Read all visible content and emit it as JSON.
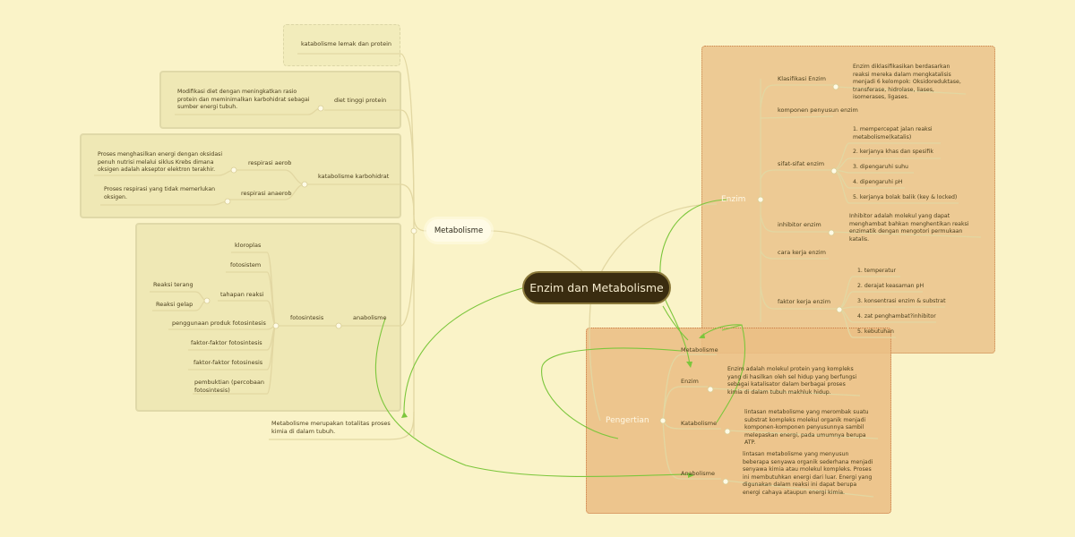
{
  "central": "Enzim dan Metabolisme",
  "metabolisme": {
    "title": "Metabolisme",
    "katabolisme_lemak": "katabolisme lemak dan protein",
    "diet_label": "diet tinggi protein",
    "diet_desc": "Modifikasi diet dengan meningkatkan rasio protein dan meminimalkan karbohidrat sebagai sumber energi tubuh.",
    "kat_karbo": "katabolisme karbohidrat",
    "resp_aerob": "respirasi aerob",
    "resp_aerob_desc": "Proses menghasilkan energi dengan oksidasi penuh nutrisi melalui siklus Krebs dimana oksigen adalah akseptor elektron terakhir.",
    "resp_anaerob": "respirasi anaerob",
    "resp_anaerob_desc": "Proses respirasi yang tidak memerlukan oksigen.",
    "anabolisme": "anabolisme",
    "fotosintesis": "fotosintesis",
    "kloroplas": "kloroplas",
    "fotosistem": "fotosistem",
    "tahapan_reaksi": "tahapan reaksi",
    "reaksi_terang": "Reaksi terang",
    "reaksi_gelap": "Reaksi gelap",
    "penggunaan": "penggunaan produk fotosintesis",
    "faktor1": "faktor-faktor fotosintesis",
    "faktor2": "faktor-faktor fotosinesis",
    "pembuktian": "pembuktian (percobaan fotosintesis)",
    "definisi": "Metabolisme merupakan totalitas proses kimia di dalam tubuh."
  },
  "enzim": {
    "title": "Enzim",
    "klasifikasi": "Klasifikasi Enzim",
    "klasifikasi_desc": "Enzim diklasifikasikan berdasarkan reaksi mereka dalam mengkatalisis menjadi 6 kelompok: Oksidoreduktase, transferase, hidrolase, liases, isomerases, ligases.",
    "komponen": "komponen penyusun enzim",
    "sifat": "sifat-sifat enzim",
    "sifat_items": [
      "1. mempercepat jalan reaksi metabolisme(katalis)",
      "2. kerjanya khas dan spesifik",
      "3. dipengaruhi suhu",
      "4. dipengaruhi pH",
      "5. kerjanya bolak balik (key & locked)"
    ],
    "inhibitor": "inhibitor enzim",
    "inhibitor_desc": "Inhibitor adalah molekul yang dapat menghambat bahkan menghentikan reaksi enzimatik dengan mengotori permukaan katalis.",
    "cara_kerja": "cara kerja enzim",
    "faktor": "faktor kerja enzim",
    "faktor_items": [
      "1. temperatur",
      "2. derajat keasaman pH",
      "3. konsentrasi enzim & substrat",
      "4. zat penghambat?inhibitor",
      "5. kebutuhan"
    ]
  },
  "pengertian": {
    "title": "Pengertian",
    "metabolisme": "Metabolisme",
    "enzim": "Enzim",
    "enzim_desc": "Enzim adalah molekul protein yang kompleks yang di hasilkan oleh sel hidup yang berfungsi sebagai katalisator dalam berbagai proses kimia di dalam tubuh makhluk hidup.",
    "katabolisme": "Katabolisme",
    "katabolisme_desc": "lintasan metabolisme yang merombak suatu substrat kompleks molekul organik menjadi komponen-komponen penyusunnya sambil melepaskan energi, pada umumnya berupa ATP.",
    "anabolisme": "Anabolisme",
    "anabolisme_desc": "lintasan metabolisme yang menyusun beberapa senyawa organik sederhana menjadi senyawa kimia atau molekul kompleks. Proses ini membutuhkan energi dari luar. Energi yang digunakan dalam reaksi ini dapat berupa energi cahaya ataupun energi kimia."
  },
  "colors": {
    "background": "#faf3c8",
    "central": "#3a2c10",
    "enzim_box": "#eac48c",
    "pengertian_box": "#eabe84",
    "relation_line": "#7cc63c"
  }
}
